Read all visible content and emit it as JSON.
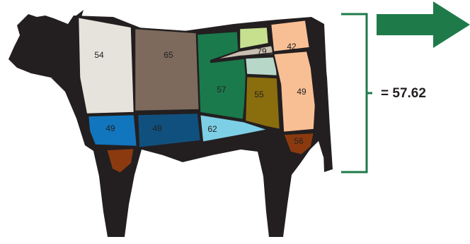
{
  "cow": {
    "silhouette_color": "#231f20",
    "outline_color": "#231f20",
    "cuts": [
      {
        "id": "chuck",
        "value": "54",
        "color": "#e6e3dc"
      },
      {
        "id": "rib",
        "value": "65",
        "color": "#7d6a5c"
      },
      {
        "id": "loin",
        "value": "57",
        "color": "#1a7a4c"
      },
      {
        "id": "tenderloin",
        "value": "79",
        "color": "#c9bfb0"
      },
      {
        "id": "top-sirloin-cap",
        "value": "",
        "color": "#c6e08f"
      },
      {
        "id": "sirloin-mid",
        "value": "",
        "color": "#b7d7c9"
      },
      {
        "id": "sirloin",
        "value": "55",
        "color": "#8a6d0d"
      },
      {
        "id": "round",
        "value": "49",
        "color": "#f9bf94"
      },
      {
        "id": "round-top",
        "value": "42",
        "color": "#f9bf94"
      },
      {
        "id": "brisket",
        "value": "49",
        "color": "#1276be"
      },
      {
        "id": "plate",
        "value": "48",
        "color": "#10507e"
      },
      {
        "id": "flank",
        "value": "62",
        "color": "#7dcfe6"
      },
      {
        "id": "shank-hind",
        "value": "56",
        "color": "#8b3a10"
      },
      {
        "id": "shank-fore",
        "value": "",
        "color": "#8b3a10"
      }
    ]
  },
  "bracket_color": "#1f7a4a",
  "arrow_color": "#1f7a4a",
  "total_text": "= 57.62"
}
